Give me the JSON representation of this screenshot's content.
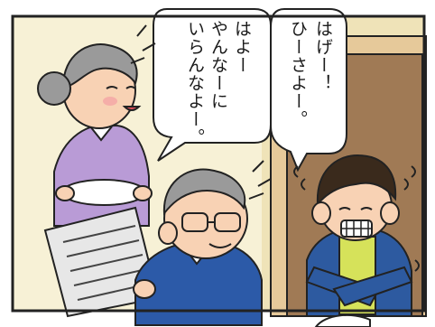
{
  "speech": {
    "grandma": {
      "line1": "はよー",
      "line2": "やんなーに",
      "line3": "いらんなよー。"
    },
    "boy": {
      "line1": "はげー！",
      "line2": "ひーさよー。"
    }
  },
  "colors": {
    "frame": "#222222",
    "wall": "#f7f1d6",
    "door": "#a07a55",
    "door_frame": "#e6c99a",
    "grandma_shirt": "#b99bd6",
    "grandpa_shirt": "#2c5aa8",
    "boy_jacket": "#2d5aa0",
    "boy_shirt": "#d6e25a",
    "skin": "#f8d2b4",
    "hair_gray": "#9a9a9a",
    "hair_boy": "#3a2a1c"
  },
  "icons": [
    "shiver-lines",
    "motion-lines"
  ]
}
